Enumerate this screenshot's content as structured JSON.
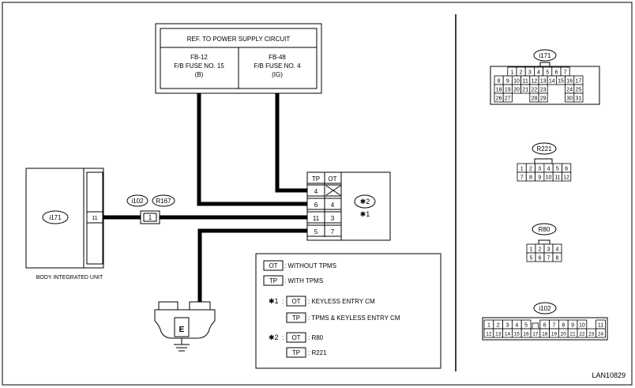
{
  "power_supply": {
    "title": "REF. TO POWER SUPPLY CIRCUIT",
    "left": {
      "line1": "FB-12",
      "line2": "F/B FUSE NO. 15",
      "line3": "(B)"
    },
    "right": {
      "line1": "FB-48",
      "line2": "F/B FUSE NO. 4",
      "line3": "(IG)"
    }
  },
  "body_unit": {
    "connector": "i171",
    "pin": "11",
    "label": "BODY INTEGRATED UNIT"
  },
  "joint": {
    "conn_a": "i102",
    "conn_b": "R167",
    "pin": "1"
  },
  "module": {
    "col_tp": "TP",
    "col_ot": "OT",
    "rows": [
      [
        "4",
        ""
      ],
      [
        "6",
        "4"
      ],
      [
        "11",
        "3"
      ],
      [
        "5",
        "7"
      ]
    ],
    "star2_mark": "✱2",
    "star1_mark": "✱1"
  },
  "ground": {
    "label": "E"
  },
  "legend": {
    "ot_key": "OT",
    "ot_text": ": WITHOUT TPMS",
    "tp_key": "TP",
    "tp_text": ": WITH TPMS",
    "star1": "✱1",
    "colon": ":",
    "star1_ot_text": ": KEYLESS ENTRY CM",
    "star1_tp_text": ": TPMS & KEYLESS ENTRY CM",
    "star2": "✱2",
    "star2_ot_text": ": R80",
    "star2_tp_text": ": R221"
  },
  "connectors": {
    "i171": {
      "name": "i171",
      "rows": [
        [
          "1",
          "2",
          "3",
          "4",
          "5",
          "6",
          "7"
        ],
        [
          "8",
          "9",
          "10",
          "11",
          "12",
          "13",
          "14",
          "15",
          "16",
          "17"
        ],
        [
          "18",
          "19",
          "20",
          "21",
          "22",
          "23",
          "24",
          "25"
        ],
        [
          "26",
          "27",
          "28",
          "29",
          "30",
          "31"
        ]
      ]
    },
    "r221": {
      "name": "R221",
      "rows": [
        [
          "1",
          "2",
          "3",
          "4",
          "5",
          "6"
        ],
        [
          "7",
          "8",
          "9",
          "10",
          "11",
          "12"
        ]
      ]
    },
    "r80": {
      "name": "R80",
      "rows": [
        [
          "1",
          "2",
          "3",
          "4"
        ],
        [
          "5",
          "6",
          "7",
          "8"
        ]
      ]
    },
    "i102": {
      "name": "i102",
      "rows": [
        [
          "1",
          "2",
          "3",
          "4",
          "5",
          "6",
          "7",
          "8",
          "9",
          "10",
          "11"
        ],
        [
          "12",
          "13",
          "14",
          "15",
          "16",
          "17",
          "18",
          "19",
          "20",
          "21",
          "22",
          "23",
          "24"
        ]
      ]
    }
  },
  "diagram_code": "LAN10829"
}
